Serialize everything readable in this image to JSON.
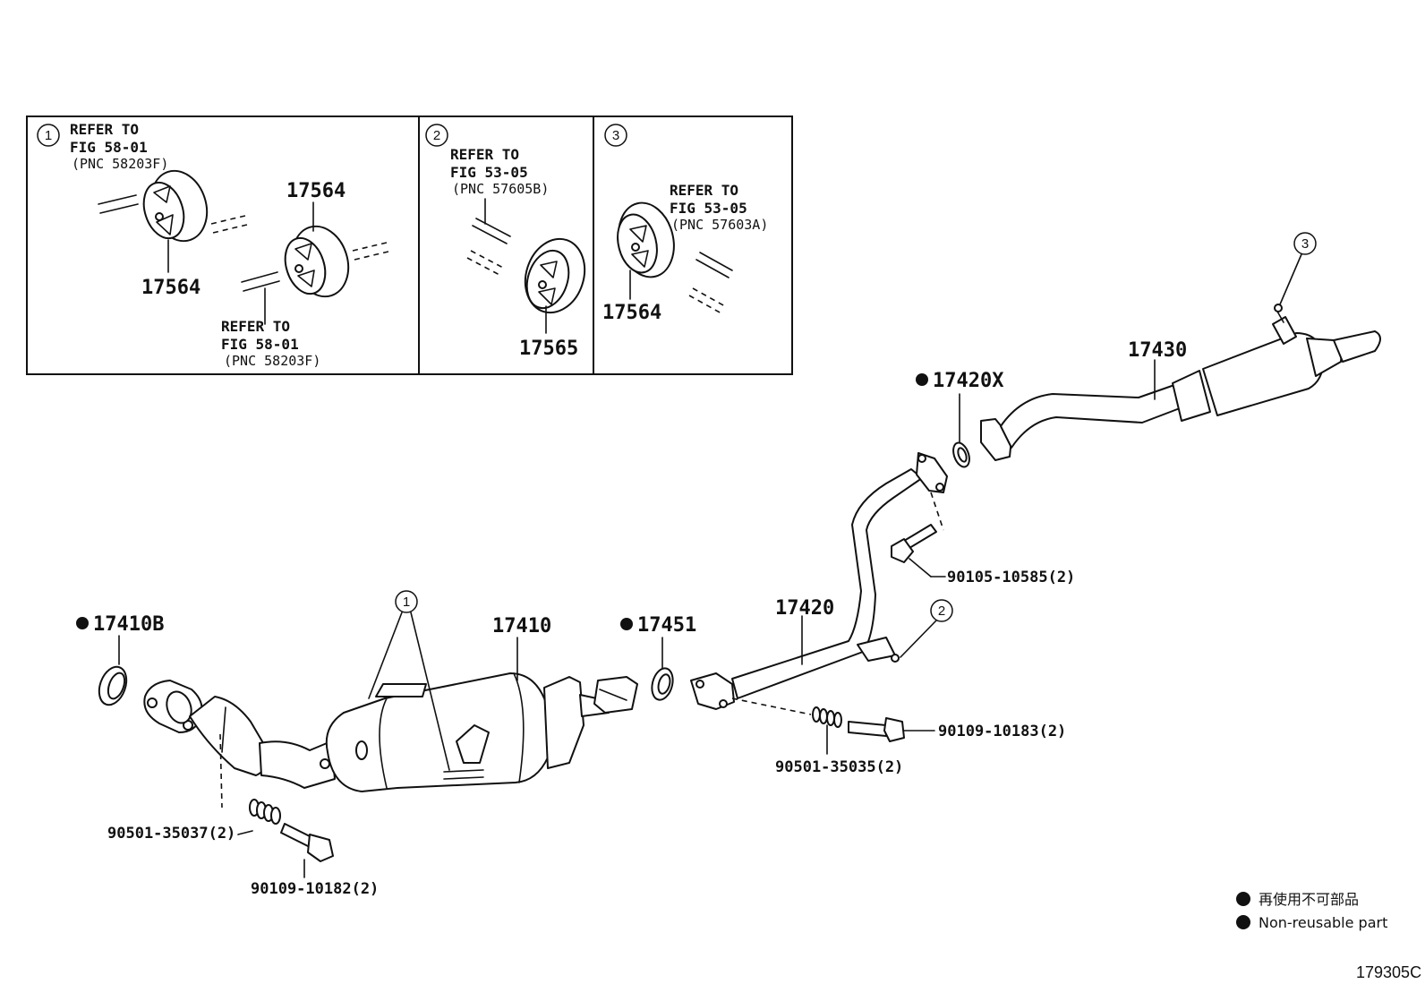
{
  "inset": {
    "box1": {
      "circle": "1",
      "refer_top": [
        "REFER TO",
        "FIG 58-01",
        "(PNC 58203F)"
      ],
      "part_top": "17564",
      "part_bottom": "17564",
      "refer_bottom": [
        "REFER TO",
        "FIG 58-01",
        "(PNC 58203F)"
      ]
    },
    "box2": {
      "circle": "2",
      "refer": [
        "REFER TO",
        "FIG 53-05",
        "(PNC 57605B)"
      ],
      "part": "17565"
    },
    "box3": {
      "circle": "3",
      "refer": [
        "REFER TO",
        "FIG 53-05",
        "(PNC 57603A)"
      ],
      "part": "17564"
    }
  },
  "main": {
    "gasket_front": "17410B",
    "converter": "17410",
    "gasket_mid": "17451",
    "pipe_center": "17420",
    "gasket_rear": "17420X",
    "tail_pipe": "17430",
    "bolt_front": "90109-10182(2)",
    "spring_front": "90501-35037(2)",
    "bolt_mid": "90109-10183(2)",
    "spring_mid": "90501-35035(2)",
    "bolt_rear": "90105-10585(2)",
    "callout_1": "1",
    "callout_2": "2",
    "callout_3": "3"
  },
  "legend": {
    "japanese": "再使用不可部品",
    "english": "Non-reusable part"
  },
  "figure_code": "179305C"
}
